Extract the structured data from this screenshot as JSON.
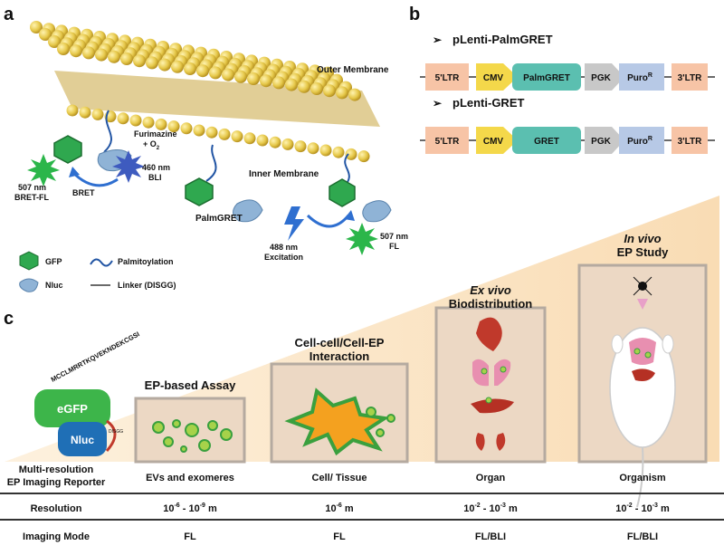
{
  "panel_labels": {
    "a": "a",
    "b": "b",
    "c": "c"
  },
  "panel_a": {
    "outer_membrane": "Outer Membrane",
    "inner_membrane": "Inner Membrane",
    "furimazine_line1": "Furimazine",
    "furimazine_line2": "+ O",
    "o2_sub": "2",
    "nm460_line1": "460 nm",
    "nm460_line2": "BLI",
    "bret": "BRET",
    "nm507_bret_line1": "507 nm",
    "nm507_bret_line2": "BRET-FL",
    "palmgret": "PalmGRET",
    "excitation_line1": "488 nm",
    "excitation_line2": "Excitation",
    "nm507_fl_line1": "507 nm",
    "nm507_fl_line2": "FL",
    "legend": {
      "gfp": "GFP",
      "palmitoylation": "Palmitoylation",
      "nluc": "Nluc",
      "linker": "Linker (DISGG)"
    }
  },
  "panel_b": {
    "constructs": [
      {
        "title": "pLenti-PalmGRET",
        "ltr5": "5'LTR",
        "cmv": "CMV",
        "gene": "PalmGRET",
        "pgk": "PGK",
        "puro": "Puro",
        "puro_sup": "R",
        "ltr3": "3'LTR"
      },
      {
        "title": "pLenti-GRET",
        "ltr5": "5'LTR",
        "cmv": "CMV",
        "gene": "GRET",
        "pgk": "PGK",
        "puro": "Puro",
        "puro_sup": "R",
        "ltr3": "3'LTR"
      }
    ],
    "bullet": "➢"
  },
  "panel_c": {
    "reporter": {
      "egfp": "eGFP",
      "nluc": "Nluc",
      "linker": "DISGG",
      "sequence": "MCCLMRRTKQVEKNDEKCGSI",
      "label_line1": "Multi-resolution",
      "label_line2": "EP Imaging Reporter"
    },
    "stages": [
      {
        "title": "EP-based Assay",
        "title2": "",
        "category": "EVs and exomeres",
        "res_a": "10",
        "res_a_exp": "-6",
        "res_sep": " - ",
        "res_b": "10",
        "res_b_exp": "-9",
        "res_unit": " m",
        "mode": "FL"
      },
      {
        "title": "Cell-cell/Cell-EP",
        "title2": "Interaction",
        "category": "Cell/ Tissue",
        "res_a": "10",
        "res_a_exp": "-6",
        "res_unit": " m",
        "mode": "FL"
      },
      {
        "title": "Ex vivo",
        "title2": "Biodistribution",
        "category": "Organ",
        "res_a": "10",
        "res_a_exp": "-2",
        "res_sep": " - ",
        "res_b": "10",
        "res_b_exp": "-3",
        "res_unit": " m",
        "mode": "FL/BLI"
      },
      {
        "title": "In vivo",
        "title2": "EP Study",
        "category": "Organism",
        "res_a": "10",
        "res_a_exp": "-2",
        "res_sep": " - ",
        "res_b": "10",
        "res_b_exp": "-3",
        "res_unit": " m",
        "mode": "FL/BLI"
      }
    ],
    "row_labels": {
      "resolution": "Resolution",
      "imaging_mode": "Imaging Mode"
    }
  },
  "colors": {
    "membrane_bead": "#e6c84a",
    "gfp_green": "#2fa84f",
    "nluc_blue": "#8fb3d6",
    "ltr": "#f7c4a6",
    "cmv": "#f4d84a",
    "gene": "#5bbfb0",
    "pgk": "#c8c8c8",
    "puro": "#b7c9e6",
    "wedge": "#fbe6c8",
    "stage_box": "#ecd8c4",
    "stage_border": "#b5aaa0",
    "egfp_box": "#3db54a",
    "nluc_box": "#1f6fb6",
    "cell_orange": "#f4a11f"
  }
}
